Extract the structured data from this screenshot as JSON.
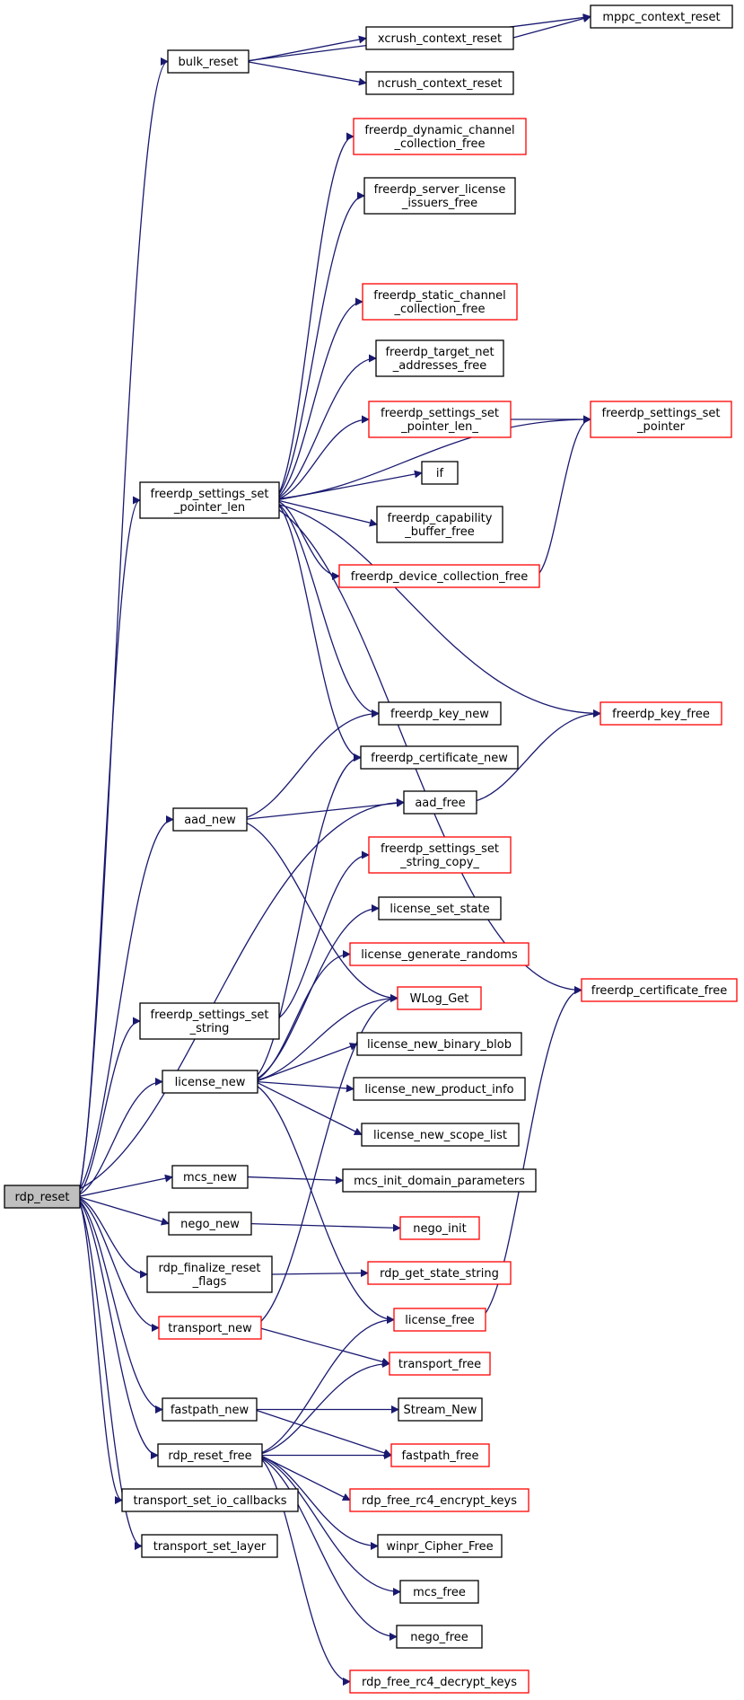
{
  "colors": {
    "edge": "#191970",
    "border_normal": "#000000",
    "border_truncated": "#ff0000",
    "fill_root": "#bfbfbf",
    "fill_node": "#ffffff"
  },
  "nodes": {
    "rdp_reset": {
      "lines": [
        "rdp_reset"
      ],
      "kind": "root"
    },
    "bulk_reset": {
      "lines": [
        "bulk_reset"
      ],
      "kind": "normal"
    },
    "mppc_context_reset": {
      "lines": [
        "mppc_context_reset"
      ],
      "kind": "normal"
    },
    "xcrush_context_reset": {
      "lines": [
        "xcrush_context_reset"
      ],
      "kind": "normal"
    },
    "ncrush_context_reset": {
      "lines": [
        "ncrush_context_reset"
      ],
      "kind": "normal"
    },
    "freerdp_dynamic_channel_collection_free": {
      "lines": [
        "freerdp_dynamic_channel",
        "_collection_free"
      ],
      "kind": "truncated"
    },
    "freerdp_server_license_issuers_free": {
      "lines": [
        "freerdp_server_license",
        "_issuers_free"
      ],
      "kind": "normal"
    },
    "freerdp_static_channel_collection_free": {
      "lines": [
        "freerdp_static_channel",
        "_collection_free"
      ],
      "kind": "truncated"
    },
    "freerdp_target_net_addresses_free": {
      "lines": [
        "freerdp_target_net",
        "_addresses_free"
      ],
      "kind": "normal"
    },
    "freerdp_settings_set_pointer_len_": {
      "lines": [
        "freerdp_settings_set",
        "_pointer_len_"
      ],
      "kind": "truncated"
    },
    "freerdp_settings_set_pointer": {
      "lines": [
        "freerdp_settings_set",
        "_pointer"
      ],
      "kind": "truncated"
    },
    "freerdp_settings_set_pointer_len": {
      "lines": [
        "freerdp_settings_set",
        "_pointer_len"
      ],
      "kind": "normal"
    },
    "if": {
      "lines": [
        "if"
      ],
      "kind": "normal"
    },
    "freerdp_capability_buffer_free": {
      "lines": [
        "freerdp_capability",
        "_buffer_free"
      ],
      "kind": "normal"
    },
    "freerdp_device_collection_free": {
      "lines": [
        "freerdp_device_collection_free"
      ],
      "kind": "truncated"
    },
    "freerdp_key_new": {
      "lines": [
        "freerdp_key_new"
      ],
      "kind": "normal"
    },
    "freerdp_key_free": {
      "lines": [
        "freerdp_key_free"
      ],
      "kind": "truncated"
    },
    "freerdp_certificate_new": {
      "lines": [
        "freerdp_certificate_new"
      ],
      "kind": "normal"
    },
    "aad_new": {
      "lines": [
        "aad_new"
      ],
      "kind": "normal"
    },
    "aad_free": {
      "lines": [
        "aad_free"
      ],
      "kind": "normal"
    },
    "freerdp_settings_set_string_copy_": {
      "lines": [
        "freerdp_settings_set",
        "_string_copy_"
      ],
      "kind": "truncated"
    },
    "license_set_state": {
      "lines": [
        "license_set_state"
      ],
      "kind": "normal"
    },
    "license_generate_randoms": {
      "lines": [
        "license_generate_randoms"
      ],
      "kind": "truncated"
    },
    "freerdp_settings_set_string": {
      "lines": [
        "freerdp_settings_set",
        "_string"
      ],
      "kind": "normal"
    },
    "WLog_Get": {
      "lines": [
        "WLog_Get"
      ],
      "kind": "truncated"
    },
    "freerdp_certificate_free": {
      "lines": [
        "freerdp_certificate_free"
      ],
      "kind": "truncated"
    },
    "license_new": {
      "lines": [
        "license_new"
      ],
      "kind": "normal"
    },
    "license_new_binary_blob": {
      "lines": [
        "license_new_binary_blob"
      ],
      "kind": "normal"
    },
    "license_new_product_info": {
      "lines": [
        "license_new_product_info"
      ],
      "kind": "normal"
    },
    "license_new_scope_list": {
      "lines": [
        "license_new_scope_list"
      ],
      "kind": "normal"
    },
    "mcs_new": {
      "lines": [
        "mcs_new"
      ],
      "kind": "normal"
    },
    "mcs_init_domain_parameters": {
      "lines": [
        "mcs_init_domain_parameters"
      ],
      "kind": "normal"
    },
    "nego_new": {
      "lines": [
        "nego_new"
      ],
      "kind": "normal"
    },
    "nego_init": {
      "lines": [
        "nego_init"
      ],
      "kind": "truncated"
    },
    "rdp_finalize_reset_flags": {
      "lines": [
        "rdp_finalize_reset",
        "_flags"
      ],
      "kind": "normal"
    },
    "rdp_get_state_string": {
      "lines": [
        "rdp_get_state_string"
      ],
      "kind": "truncated"
    },
    "transport_new": {
      "lines": [
        "transport_new"
      ],
      "kind": "truncated"
    },
    "license_free": {
      "lines": [
        "license_free"
      ],
      "kind": "truncated"
    },
    "transport_free": {
      "lines": [
        "transport_free"
      ],
      "kind": "truncated"
    },
    "fastpath_new": {
      "lines": [
        "fastpath_new"
      ],
      "kind": "normal"
    },
    "Stream_New": {
      "lines": [
        "Stream_New"
      ],
      "kind": "normal"
    },
    "rdp_reset_free": {
      "lines": [
        "rdp_reset_free"
      ],
      "kind": "normal"
    },
    "fastpath_free": {
      "lines": [
        "fastpath_free"
      ],
      "kind": "truncated"
    },
    "rdp_free_rc4_encrypt_keys": {
      "lines": [
        "rdp_free_rc4_encrypt_keys"
      ],
      "kind": "truncated"
    },
    "transport_set_io_callbacks": {
      "lines": [
        "transport_set_io_callbacks"
      ],
      "kind": "normal"
    },
    "winpr_Cipher_Free": {
      "lines": [
        "winpr_Cipher_Free"
      ],
      "kind": "normal"
    },
    "transport_set_layer": {
      "lines": [
        "transport_set_layer"
      ],
      "kind": "normal"
    },
    "mcs_free": {
      "lines": [
        "mcs_free"
      ],
      "kind": "normal"
    },
    "nego_free": {
      "lines": [
        "nego_free"
      ],
      "kind": "normal"
    },
    "rdp_free_rc4_decrypt_keys": {
      "lines": [
        "rdp_free_rc4_decrypt_keys"
      ],
      "kind": "truncated"
    }
  },
  "edges": [
    [
      "rdp_reset",
      "bulk_reset"
    ],
    [
      "rdp_reset",
      "freerdp_settings_set_pointer_len"
    ],
    [
      "rdp_reset",
      "aad_new"
    ],
    [
      "rdp_reset",
      "aad_free"
    ],
    [
      "rdp_reset",
      "freerdp_settings_set_string"
    ],
    [
      "rdp_reset",
      "license_new"
    ],
    [
      "rdp_reset",
      "mcs_new"
    ],
    [
      "rdp_reset",
      "nego_new"
    ],
    [
      "rdp_reset",
      "rdp_finalize_reset_flags"
    ],
    [
      "rdp_reset",
      "transport_new"
    ],
    [
      "rdp_reset",
      "fastpath_new"
    ],
    [
      "rdp_reset",
      "rdp_reset_free"
    ],
    [
      "rdp_reset",
      "transport_set_io_callbacks"
    ],
    [
      "rdp_reset",
      "transport_set_layer"
    ],
    [
      "bulk_reset",
      "mppc_context_reset"
    ],
    [
      "bulk_reset",
      "xcrush_context_reset"
    ],
    [
      "bulk_reset",
      "ncrush_context_reset"
    ],
    [
      "xcrush_context_reset",
      "mppc_context_reset"
    ],
    [
      "freerdp_settings_set_pointer_len",
      "freerdp_dynamic_channel_collection_free"
    ],
    [
      "freerdp_settings_set_pointer_len",
      "freerdp_server_license_issuers_free"
    ],
    [
      "freerdp_settings_set_pointer_len",
      "freerdp_settings_set_pointer"
    ],
    [
      "freerdp_settings_set_pointer_len",
      "freerdp_static_channel_collection_free"
    ],
    [
      "freerdp_settings_set_pointer_len",
      "freerdp_target_net_addresses_free"
    ],
    [
      "freerdp_settings_set_pointer_len",
      "freerdp_settings_set_pointer_len_"
    ],
    [
      "freerdp_settings_set_pointer_len",
      "if"
    ],
    [
      "freerdp_settings_set_pointer_len",
      "freerdp_capability_buffer_free"
    ],
    [
      "freerdp_settings_set_pointer_len",
      "freerdp_device_collection_free"
    ],
    [
      "freerdp_settings_set_pointer_len",
      "freerdp_key_free"
    ],
    [
      "freerdp_settings_set_pointer_len",
      "freerdp_key_new"
    ],
    [
      "freerdp_settings_set_pointer_len",
      "freerdp_certificate_new"
    ],
    [
      "freerdp_settings_set_pointer_len",
      "freerdp_certificate_free"
    ],
    [
      "freerdp_settings_set_pointer_len_",
      "freerdp_settings_set_pointer"
    ],
    [
      "freerdp_device_collection_free",
      "freerdp_settings_set_pointer"
    ],
    [
      "aad_new",
      "freerdp_key_new"
    ],
    [
      "aad_new",
      "aad_free"
    ],
    [
      "aad_new",
      "WLog_Get"
    ],
    [
      "aad_free",
      "freerdp_key_free"
    ],
    [
      "freerdp_settings_set_string",
      "freerdp_settings_set_string_copy_"
    ],
    [
      "license_new",
      "freerdp_certificate_new"
    ],
    [
      "license_new",
      "license_set_state"
    ],
    [
      "license_new",
      "license_generate_randoms"
    ],
    [
      "license_new",
      "WLog_Get"
    ],
    [
      "license_new",
      "license_new_binary_blob"
    ],
    [
      "license_new",
      "license_new_product_info"
    ],
    [
      "license_new",
      "license_new_scope_list"
    ],
    [
      "license_new",
      "license_free"
    ],
    [
      "mcs_new",
      "mcs_init_domain_parameters"
    ],
    [
      "nego_new",
      "nego_init"
    ],
    [
      "rdp_finalize_reset_flags",
      "rdp_get_state_string"
    ],
    [
      "transport_new",
      "WLog_Get"
    ],
    [
      "transport_new",
      "transport_free"
    ],
    [
      "license_free",
      "freerdp_certificate_free"
    ],
    [
      "fastpath_new",
      "Stream_New"
    ],
    [
      "fastpath_new",
      "fastpath_free"
    ],
    [
      "rdp_reset_free",
      "license_free"
    ],
    [
      "rdp_reset_free",
      "transport_free"
    ],
    [
      "rdp_reset_free",
      "fastpath_free"
    ],
    [
      "rdp_reset_free",
      "rdp_free_rc4_encrypt_keys"
    ],
    [
      "rdp_reset_free",
      "winpr_Cipher_Free"
    ],
    [
      "rdp_reset_free",
      "mcs_free"
    ],
    [
      "rdp_reset_free",
      "nego_free"
    ],
    [
      "rdp_reset_free",
      "rdp_free_rc4_decrypt_keys"
    ]
  ]
}
